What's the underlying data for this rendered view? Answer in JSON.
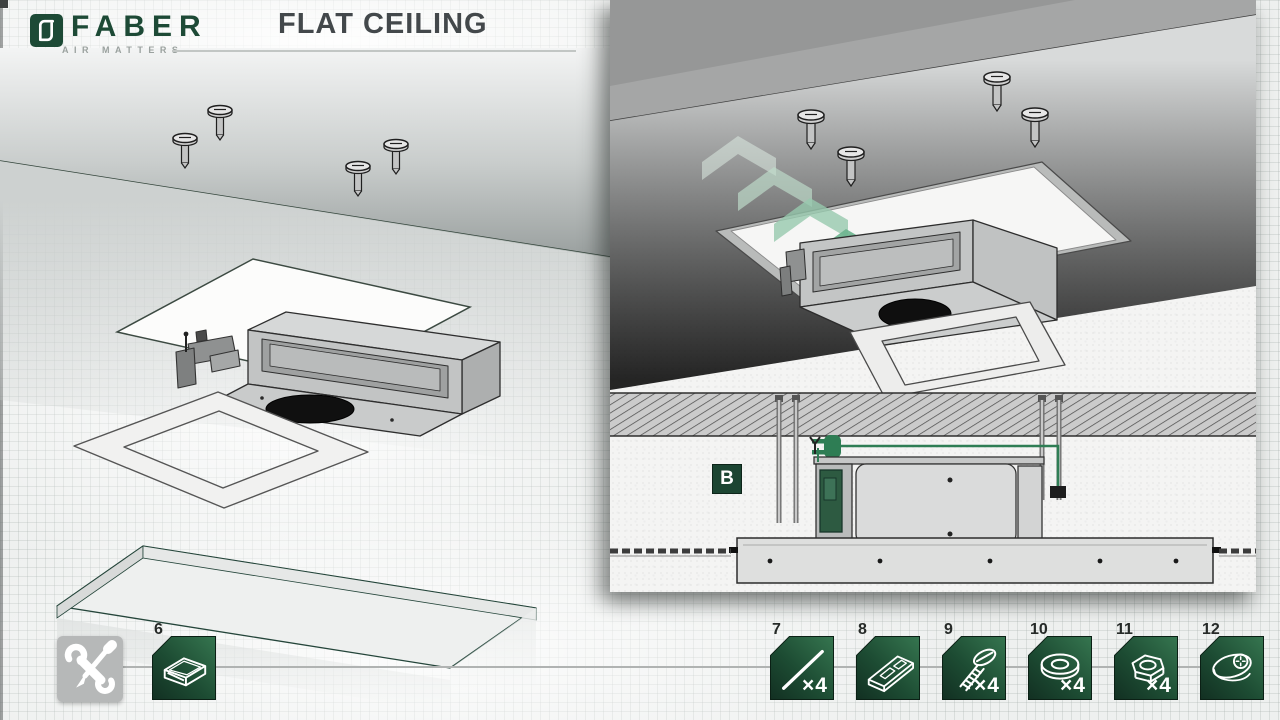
{
  "header": {
    "brand": "FABER",
    "tagline": "AIR MATTERS",
    "title": "FLAT CEILING",
    "brand_color": "#1d4a36",
    "title_color": "#43484b"
  },
  "inset": {
    "section_label": "B",
    "plug_color": "#2e7d54",
    "chevron_colors": [
      "#dcebe2",
      "#bedcca",
      "#97c9ae",
      "#6bb48e",
      "#45a171",
      "#2e8f5c"
    ]
  },
  "toolbar": {
    "tools_icon": "wrench-screwdriver",
    "badge_gradient": [
      "#35754f",
      "#123022"
    ],
    "items": [
      {
        "number": "6",
        "icon": "ceiling-hood-unit",
        "qty": ""
      },
      {
        "number": "7",
        "icon": "threaded-rod",
        "qty": "×4"
      },
      {
        "number": "8",
        "icon": "mounting-bracket",
        "qty": ""
      },
      {
        "number": "9",
        "icon": "screw",
        "qty": "×4"
      },
      {
        "number": "10",
        "icon": "washer",
        "qty": "×4"
      },
      {
        "number": "11",
        "icon": "hex-nut",
        "qty": "×4"
      },
      {
        "number": "12",
        "icon": "remote-control",
        "qty": ""
      }
    ]
  }
}
